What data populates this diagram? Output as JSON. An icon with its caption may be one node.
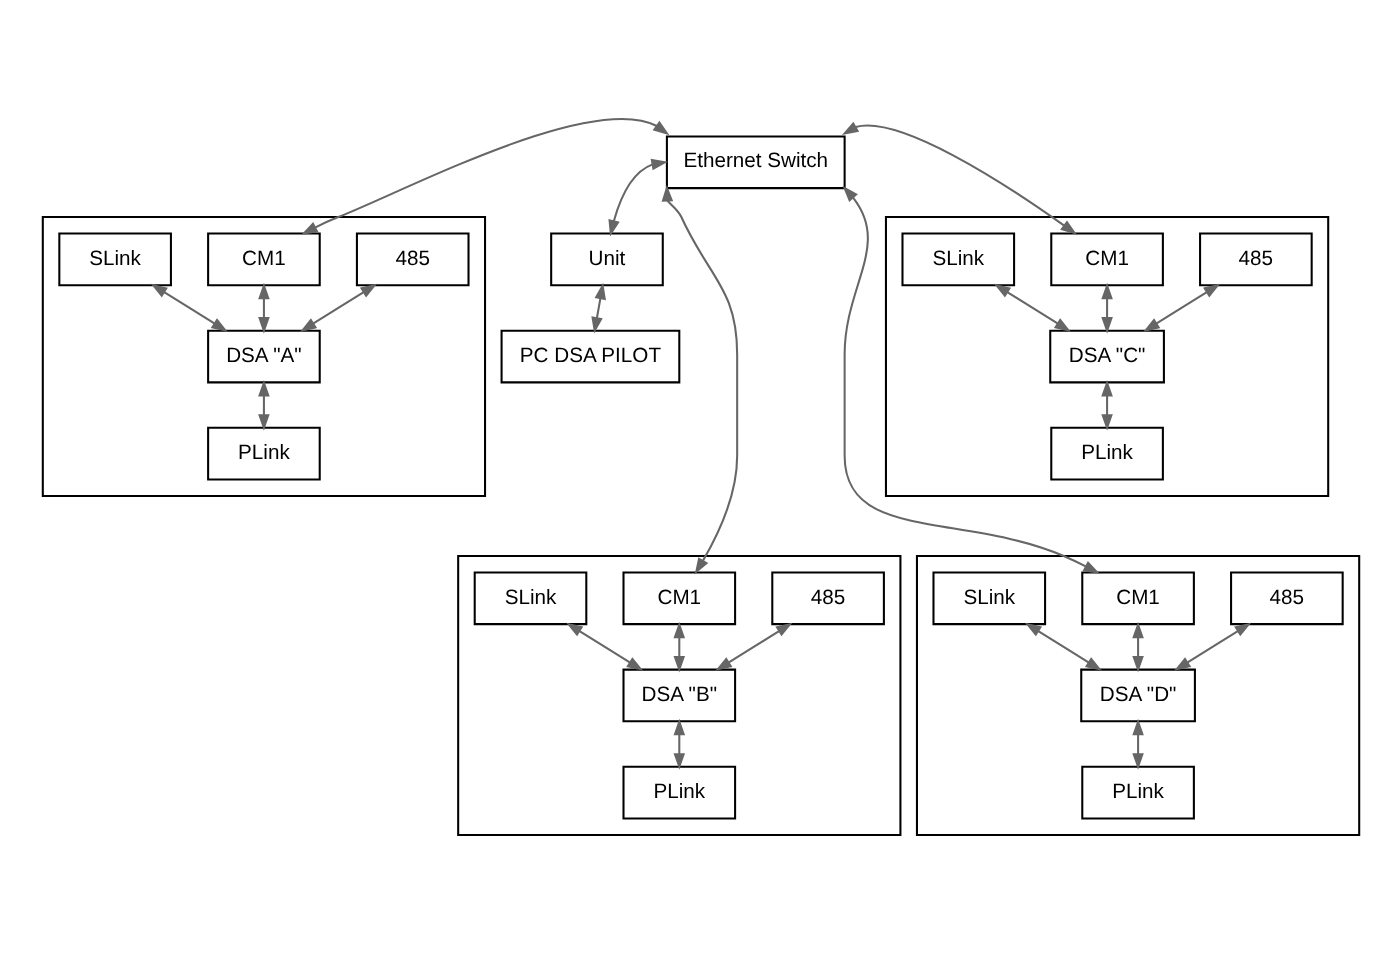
{
  "diagram": {
    "nodes": [
      {
        "text": [
          "Unit"
        ]
      },
      {
        "text": [
          "PC DSA PILOT"
        ]
      },
      {
        "text": [
          "Ethernet Switch"
        ]
      },
      {
        "text": [],
        "shape": "box"
      },
      {
        "text": [
          "485"
        ],
        "in": 3
      },
      {
        "text": [
          "CM1"
        ],
        "in": 3
      },
      {
        "text": [
          "SLink"
        ],
        "in": 3
      },
      {
        "text": [
          "DSA \"A\""
        ],
        "in": 3
      },
      {
        "text": [
          "PLink"
        ],
        "in": 3
      },
      {
        "text": [],
        "shape": "box"
      },
      {
        "text": [
          "485"
        ],
        "in": 9
      },
      {
        "text": [
          "CM1"
        ],
        "in": 9
      },
      {
        "text": [
          "SLink"
        ],
        "in": 9
      },
      {
        "text": [
          "DSA \"C\""
        ],
        "in": 9
      },
      {
        "text": [
          "PLink"
        ],
        "in": 9
      },
      {
        "text": [],
        "shape": "box"
      },
      {
        "text": [
          "485"
        ],
        "in": 15
      },
      {
        "text": [
          "CM1"
        ],
        "in": 15
      },
      {
        "text": [
          "SLink"
        ],
        "in": 15
      },
      {
        "text": [
          "DSA \"B\""
        ],
        "in": 15
      },
      {
        "text": [
          "PLink"
        ],
        "in": 15
      },
      {
        "text": [],
        "shape": "box"
      },
      {
        "text": [
          "485"
        ],
        "in": 21
      },
      {
        "text": [
          "CM1"
        ],
        "in": 21
      },
      {
        "text": [
          "SLink"
        ],
        "in": 21
      },
      {
        "text": [
          "DSA \"D\""
        ],
        "in": 21
      },
      {
        "text": [
          "PLink"
        ],
        "in": 21
      }
    ],
    "edges": [
      {
        "from": 2,
        "to": 0,
        "arrow": "both"
      },
      {
        "from": 0,
        "to": 1,
        "arrow": "both"
      },
      {
        "from": 2,
        "to": 5,
        "arrow": "both"
      },
      {
        "from": 2,
        "to": 11,
        "arrow": "both"
      },
      {
        "from": 2,
        "to": 17,
        "arrow": "both"
      },
      {
        "from": 2,
        "to": 23,
        "arrow": "both"
      },
      {
        "from": 4,
        "to": 7,
        "arrow": "both"
      },
      {
        "from": 5,
        "to": 7,
        "arrow": "both"
      },
      {
        "from": 6,
        "to": 7,
        "arrow": "both"
      },
      {
        "from": 7,
        "to": 8,
        "arrow": "both"
      },
      {
        "from": 10,
        "to": 13,
        "arrow": "both"
      },
      {
        "from": 11,
        "to": 13,
        "arrow": "both"
      },
      {
        "from": 12,
        "to": 13,
        "arrow": "both"
      },
      {
        "from": 13,
        "to": 14,
        "arrow": "both"
      },
      {
        "from": 16,
        "to": 19,
        "arrow": "both"
      },
      {
        "from": 17,
        "to": 19,
        "arrow": "both"
      },
      {
        "from": 18,
        "to": 19,
        "arrow": "both"
      },
      {
        "from": 19,
        "to": 20,
        "arrow": "both"
      },
      {
        "from": 22,
        "to": 25,
        "arrow": "both"
      },
      {
        "from": 23,
        "to": 25,
        "arrow": "both"
      },
      {
        "from": 24,
        "to": 25,
        "arrow": "both"
      },
      {
        "from": 25,
        "to": 26,
        "arrow": "both"
      }
    ]
  }
}
